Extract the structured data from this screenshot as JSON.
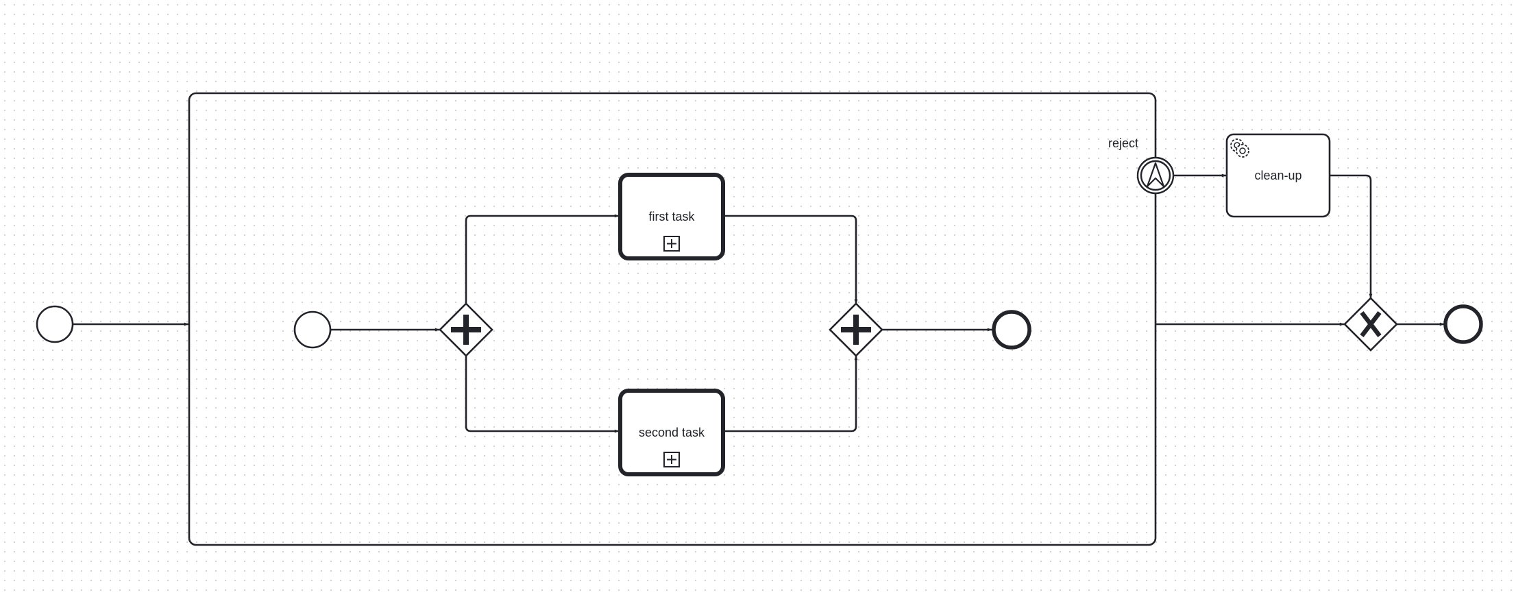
{
  "diagram": {
    "nodes": {
      "first_task": {
        "label": "first task"
      },
      "second_task": {
        "label": "second task"
      },
      "reject_event": {
        "label": "reject"
      },
      "cleanup_task": {
        "label": "clean-up"
      }
    }
  }
}
